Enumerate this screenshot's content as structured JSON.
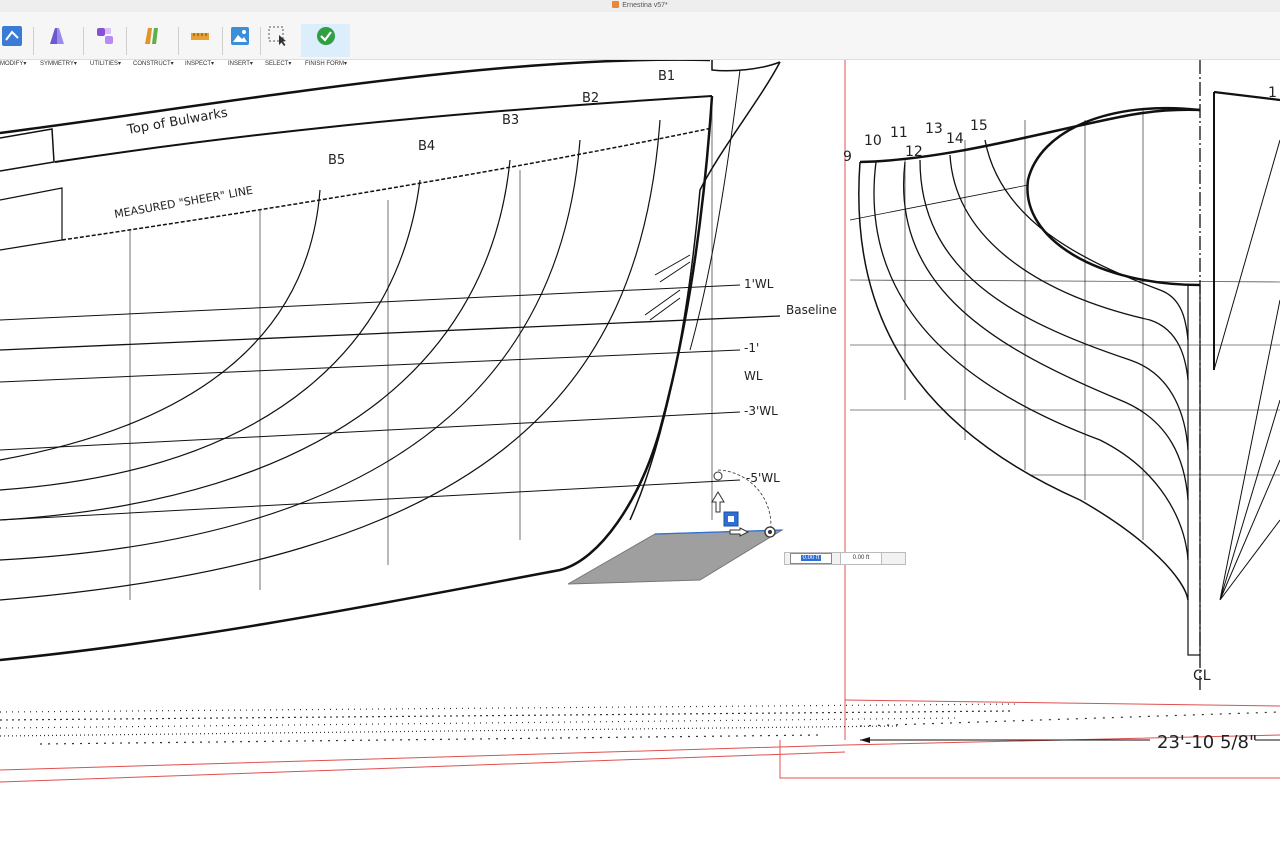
{
  "window": {
    "title": "Ernestina v57*"
  },
  "toolbar": {
    "modify": "MODIFY",
    "symmetry": "SYMMETRY",
    "utilities": "UTILITIES",
    "construct": "CONSTRUCT",
    "inspect": "INSPECT",
    "insert": "INSERT",
    "select": "SELECT",
    "finish_form": "FINISH FORM",
    "caret": "▾"
  },
  "drawing": {
    "profile": {
      "top_of_bulwarks": "Top of Bulwarks",
      "sheer_line": "MEASURED \"SHEER\" LINE",
      "stations": [
        "B5",
        "B4",
        "B3",
        "B2",
        "B1"
      ],
      "waterlines": [
        "1'WL",
        "Baseline",
        "-1'",
        "WL",
        "-3'WL",
        "-5'WL"
      ]
    },
    "body_plan": {
      "stations": [
        "9",
        "10",
        "11",
        "12",
        "13",
        "14",
        "15",
        "1"
      ],
      "centerline": "CL"
    },
    "dimension_text": "23'-10 5/8\""
  },
  "manipulator": {
    "value_1": "0.00 ft",
    "value_2": "0.00 ft"
  },
  "colors": {
    "accent_blue": "#2d6fd6",
    "finish_green": "#2ea043",
    "plane_gray": "#9f9f9f",
    "boundary_red": "#e05050"
  }
}
